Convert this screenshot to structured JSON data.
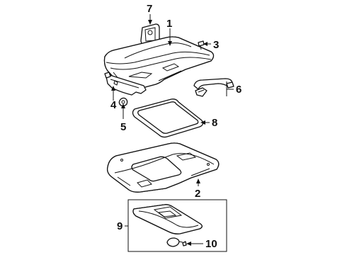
{
  "diagram": {
    "callouts": {
      "c1": "1",
      "c2": "2",
      "c3": "3",
      "c4": "4",
      "c5": "5",
      "c6": "6",
      "c7": "7",
      "c8": "8",
      "c9": "9",
      "c10": "10"
    },
    "line_color": "#111111",
    "background_color": "#ffffff"
  }
}
